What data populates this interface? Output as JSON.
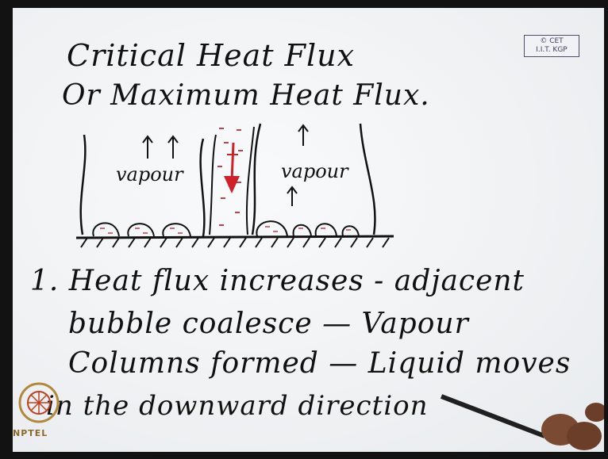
{
  "slide": {
    "title_line1": "Critical Heat Flux",
    "title_line2": "Or Maximum Heat Flux.",
    "badge_line1": "© CET",
    "badge_line2": "I.I.T. KGP",
    "diagram": {
      "left_label": "vapour",
      "right_label": "vapour"
    },
    "point_1": {
      "line1": "1.  Heat flux increases - adjacent",
      "line2": "bubble coalesce — Vapour",
      "line3": "Columns formed — Liquid moves",
      "line4": "in the downward direction"
    },
    "logo_text": "NPTEL"
  },
  "colors": {
    "ink": "#111111",
    "red_ink": "#d0202a",
    "paper": "#f3f5f7"
  }
}
